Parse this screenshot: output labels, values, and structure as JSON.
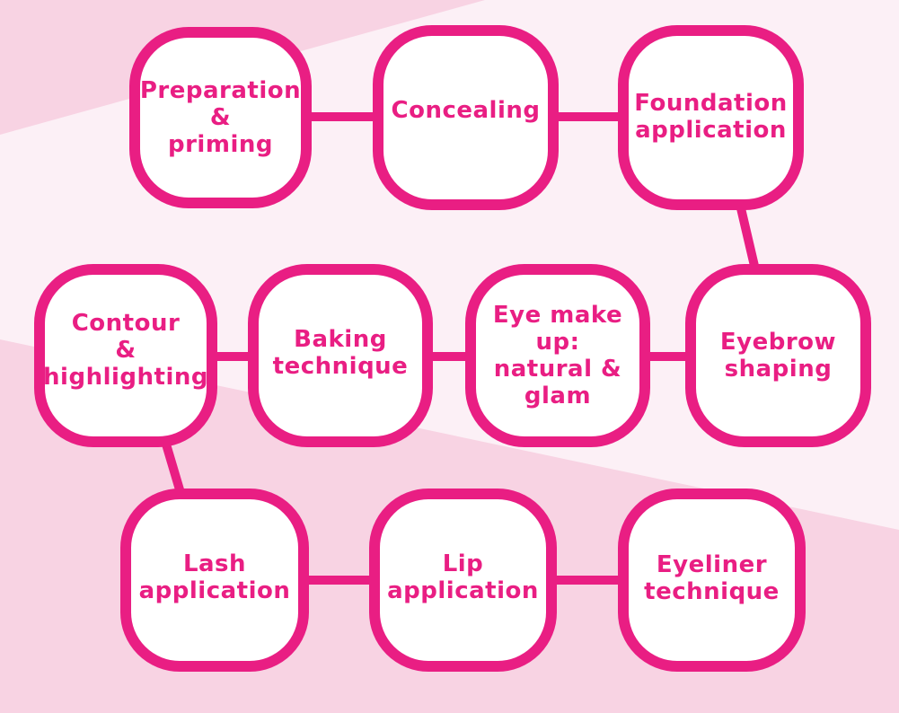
{
  "colors": {
    "accent": "#e91e83",
    "node_fill": "#ffffff",
    "background_light": "#fcf0f6",
    "background_band": "#f8d3e3"
  },
  "steps": {
    "preparation": "Preparation\n&\npriming",
    "concealing": "Concealing",
    "foundation": "Foundation\napplication",
    "eyebrow": "Eyebrow\nshaping",
    "eye_makeup": "Eye make\nup:\nnatural &\nglam",
    "baking": "Baking\ntechnique",
    "contour": "Contour\n&\nhighlighting",
    "lash": "Lash\napplication",
    "lip": "Lip\napplication",
    "eyeliner": "Eyeliner\ntechnique"
  }
}
